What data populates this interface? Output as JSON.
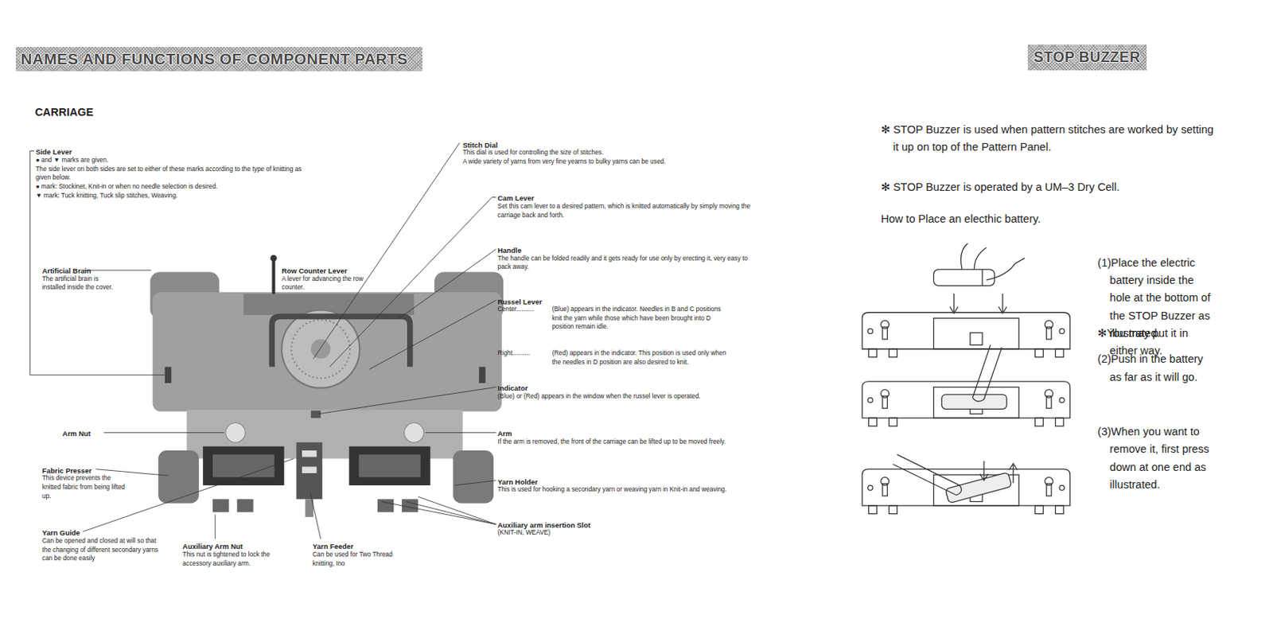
{
  "diagram": {
    "nodes": [
      {
        "text": [
          "NAMES AND FUNCTIONS OF COMPONENT PARTS"
        ]
      },
      {
        "text": [
          "STOP BUZZER"
        ]
      }
    ],
    "labels": [
      "CARRIAGE",
      "Side Lever",
      "● and ▼ marks are given.",
      "The side lever on both sides are set to either of these marks according to the type of knitting as given below.",
      "● mark: Stockinet, Knit-in or when no needle selection is desired.",
      "▼ mark: Tuck knitting, Tuck slip stitches, Weaving.",
      "Row Counter Lever",
      "A lever for advancing the row counter.",
      "Artificial Brain",
      "The artificial brain is installed inside the cover.",
      "Stitch Dial",
      "This dial is used for controlling the size of stitches.",
      "A wide variety of yarns from very fine yearns to bulky yarns can be used.",
      "Cam Lever",
      "Set this cam lever to a desired pattern, which is knitted automatically by simply moving the carriage back and forth.",
      "Handle",
      "The handle can be folded readily and it gets ready for use only by erecting it, very easy to pack away.",
      "Russel Lever",
      "Center..........",
      "(Blue) appears in the indicator. Needles in B and C positions knit the yarn while those which have been brought into D position remain idle.",
      "Right..........",
      "(Red) appears in the indicator. This position is used only when the needles in D position are also desired to knit.",
      "Indicator",
      "(Blue) or (Red) appears in the window when the russel lever is operated.",
      "Arm Nut",
      "Arm",
      "If the arm is removed, the front of the carriage can be lifted up to be moved freely.",
      "Fabric Presser",
      "This device prevents the knitted fabric from being lifted up.",
      "Yarn Holder",
      "This is used for hooking a secondary yarn or weaving yarn in Knit-in and weaving.",
      "Auxiliary arm insertion Slot",
      "(KNIT-IN, WEAVE)",
      "Yarn Guide",
      "Can be opened and closed at will so that the changing of different secondary yarns can be done easily",
      "Auxiliary Arm Nut",
      "This nut is tightened to lock the accessory auxiliary arm.",
      "Yarn Feeder",
      "Can be used for Two Thread knitting, Ino",
      "✻ STOP Buzzer is used when pattern stitches are worked by setting it up on top of the Pattern Panel.",
      "✻ STOP Buzzer is operated by a UM–3 Dry Cell.",
      "How to Place an electhic battery.",
      "(1)Place the electric battery inside the hole at the bottom of the STOP Buzzer as illustrated.",
      "✻You may put it in either way.",
      "(2)Push in the battery as far as it will go.",
      "(3)When you want to remove it, first press down at one end as illustrated."
    ]
  }
}
